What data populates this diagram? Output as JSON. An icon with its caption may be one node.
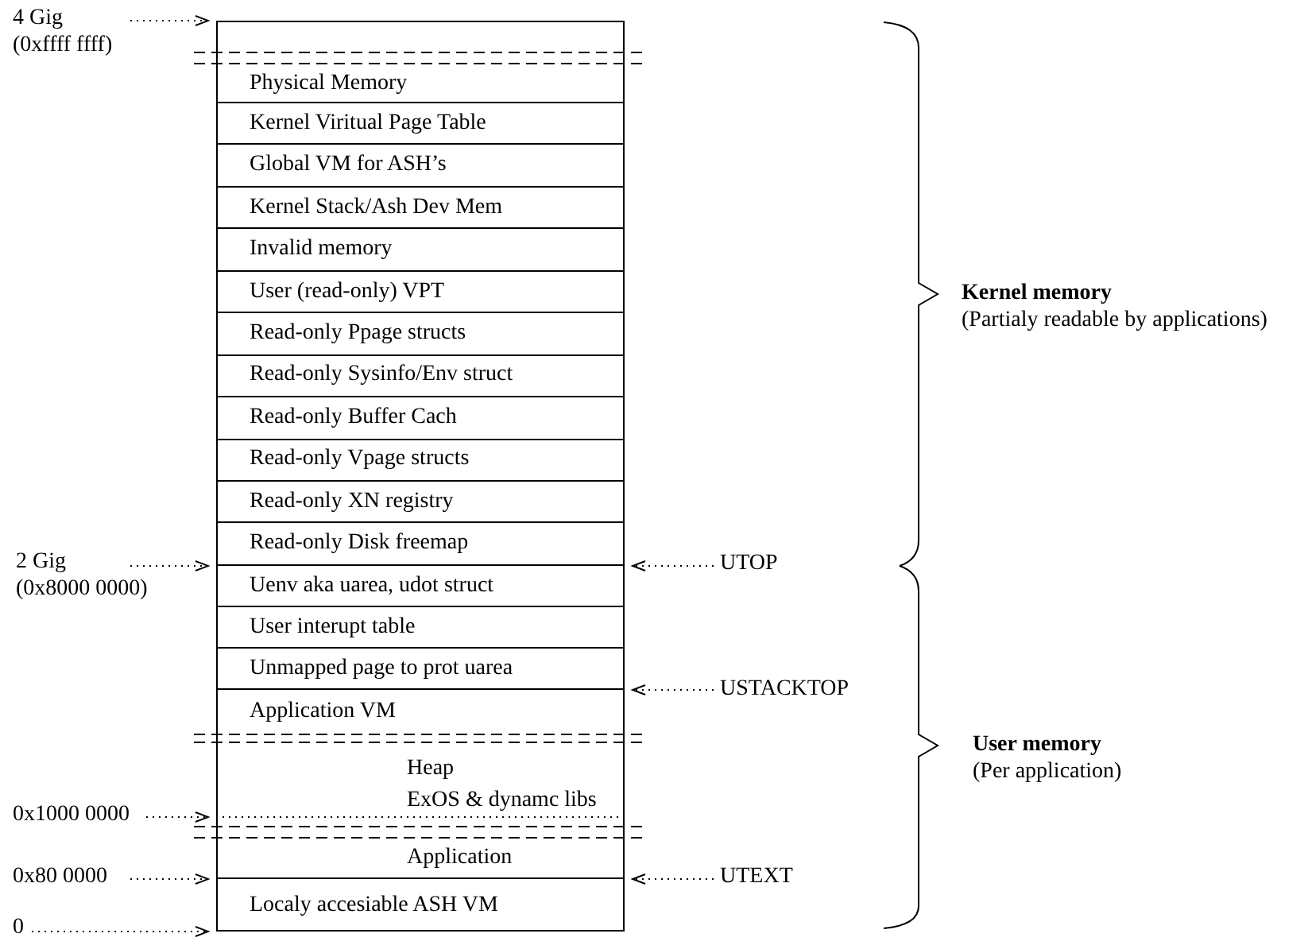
{
  "diagram": {
    "nodes": [
      {
        "text": [],
        "shape": "box"
      },
      {
        "text": [
          "Physical Memory"
        ],
        "in": 0
      },
      {
        "text": [
          "Kernel Viritual Page Table"
        ],
        "in": 0
      },
      {
        "text": [
          "Global VM for ASH’s"
        ],
        "in": 0
      },
      {
        "text": [
          "Kernel Stack/Ash Dev Mem"
        ],
        "in": 0
      },
      {
        "text": [
          "Invalid memory"
        ],
        "in": 0
      },
      {
        "text": [
          "User (read-only) VPT"
        ],
        "in": 0
      },
      {
        "text": [
          "Read-only Ppage structs"
        ],
        "in": 0
      },
      {
        "text": [
          "Read-only Sysinfo/Env struct"
        ],
        "in": 0
      },
      {
        "text": [
          "Read-only Buffer Cach"
        ],
        "in": 0
      },
      {
        "text": [
          "Read-only Vpage structs"
        ],
        "in": 0
      },
      {
        "text": [
          "Read-only XN registry"
        ],
        "in": 0
      },
      {
        "text": [
          "Read-only Disk freemap"
        ],
        "in": 0
      },
      {
        "text": [
          "Uenv aka uarea, udot struct"
        ],
        "in": 0
      },
      {
        "text": [
          "User interupt table"
        ],
        "in": 0
      },
      {
        "text": [
          "Unmapped page to prot uarea"
        ],
        "in": 0
      },
      {
        "text": [
          "Application VM"
        ],
        "in": 0
      },
      {
        "text": [
          "Heap",
          "ExOS & dynamc libs"
        ],
        "in": 0
      },
      {
        "text": [
          "Application"
        ],
        "in": 0
      },
      {
        "text": [
          "Localy accesiable ASH VM"
        ],
        "in": 0
      },
      {
        "text": [
          "4 Gig"
        ],
        "beside": [
          "(0xffff ffff)"
        ]
      },
      {
        "text": [
          "2 Gig"
        ],
        "beside": [
          "(0x8000 0000)"
        ]
      },
      {
        "text": [
          "0x1000 0000"
        ]
      },
      {
        "text": [
          "0x80 0000"
        ]
      },
      {
        "text": [
          "0"
        ]
      },
      {
        "text": [
          "UTOP"
        ]
      },
      {
        "text": [
          "USTACKTOP"
        ]
      },
      {
        "text": [
          "UTEXT"
        ]
      }
    ],
    "edges": [
      {
        "from": 20,
        "to": 0,
        "arrow": "to"
      },
      {
        "from": 21,
        "to": 0,
        "arrow": "to"
      },
      {
        "from": 22,
        "to": 0,
        "arrow": "to"
      },
      {
        "from": 23,
        "to": 0,
        "arrow": "to"
      },
      {
        "from": 24,
        "to": 0,
        "arrow": "to"
      },
      {
        "from": 25,
        "to": 0,
        "arrow": "to"
      },
      {
        "from": 26,
        "to": 0,
        "arrow": "to"
      },
      {
        "from": 27,
        "to": 0,
        "arrow": "to"
      }
    ],
    "labels": [
      "Kernel memory",
      "(Partialy readable by applications)",
      "User memory",
      "(Per application)"
    ]
  }
}
